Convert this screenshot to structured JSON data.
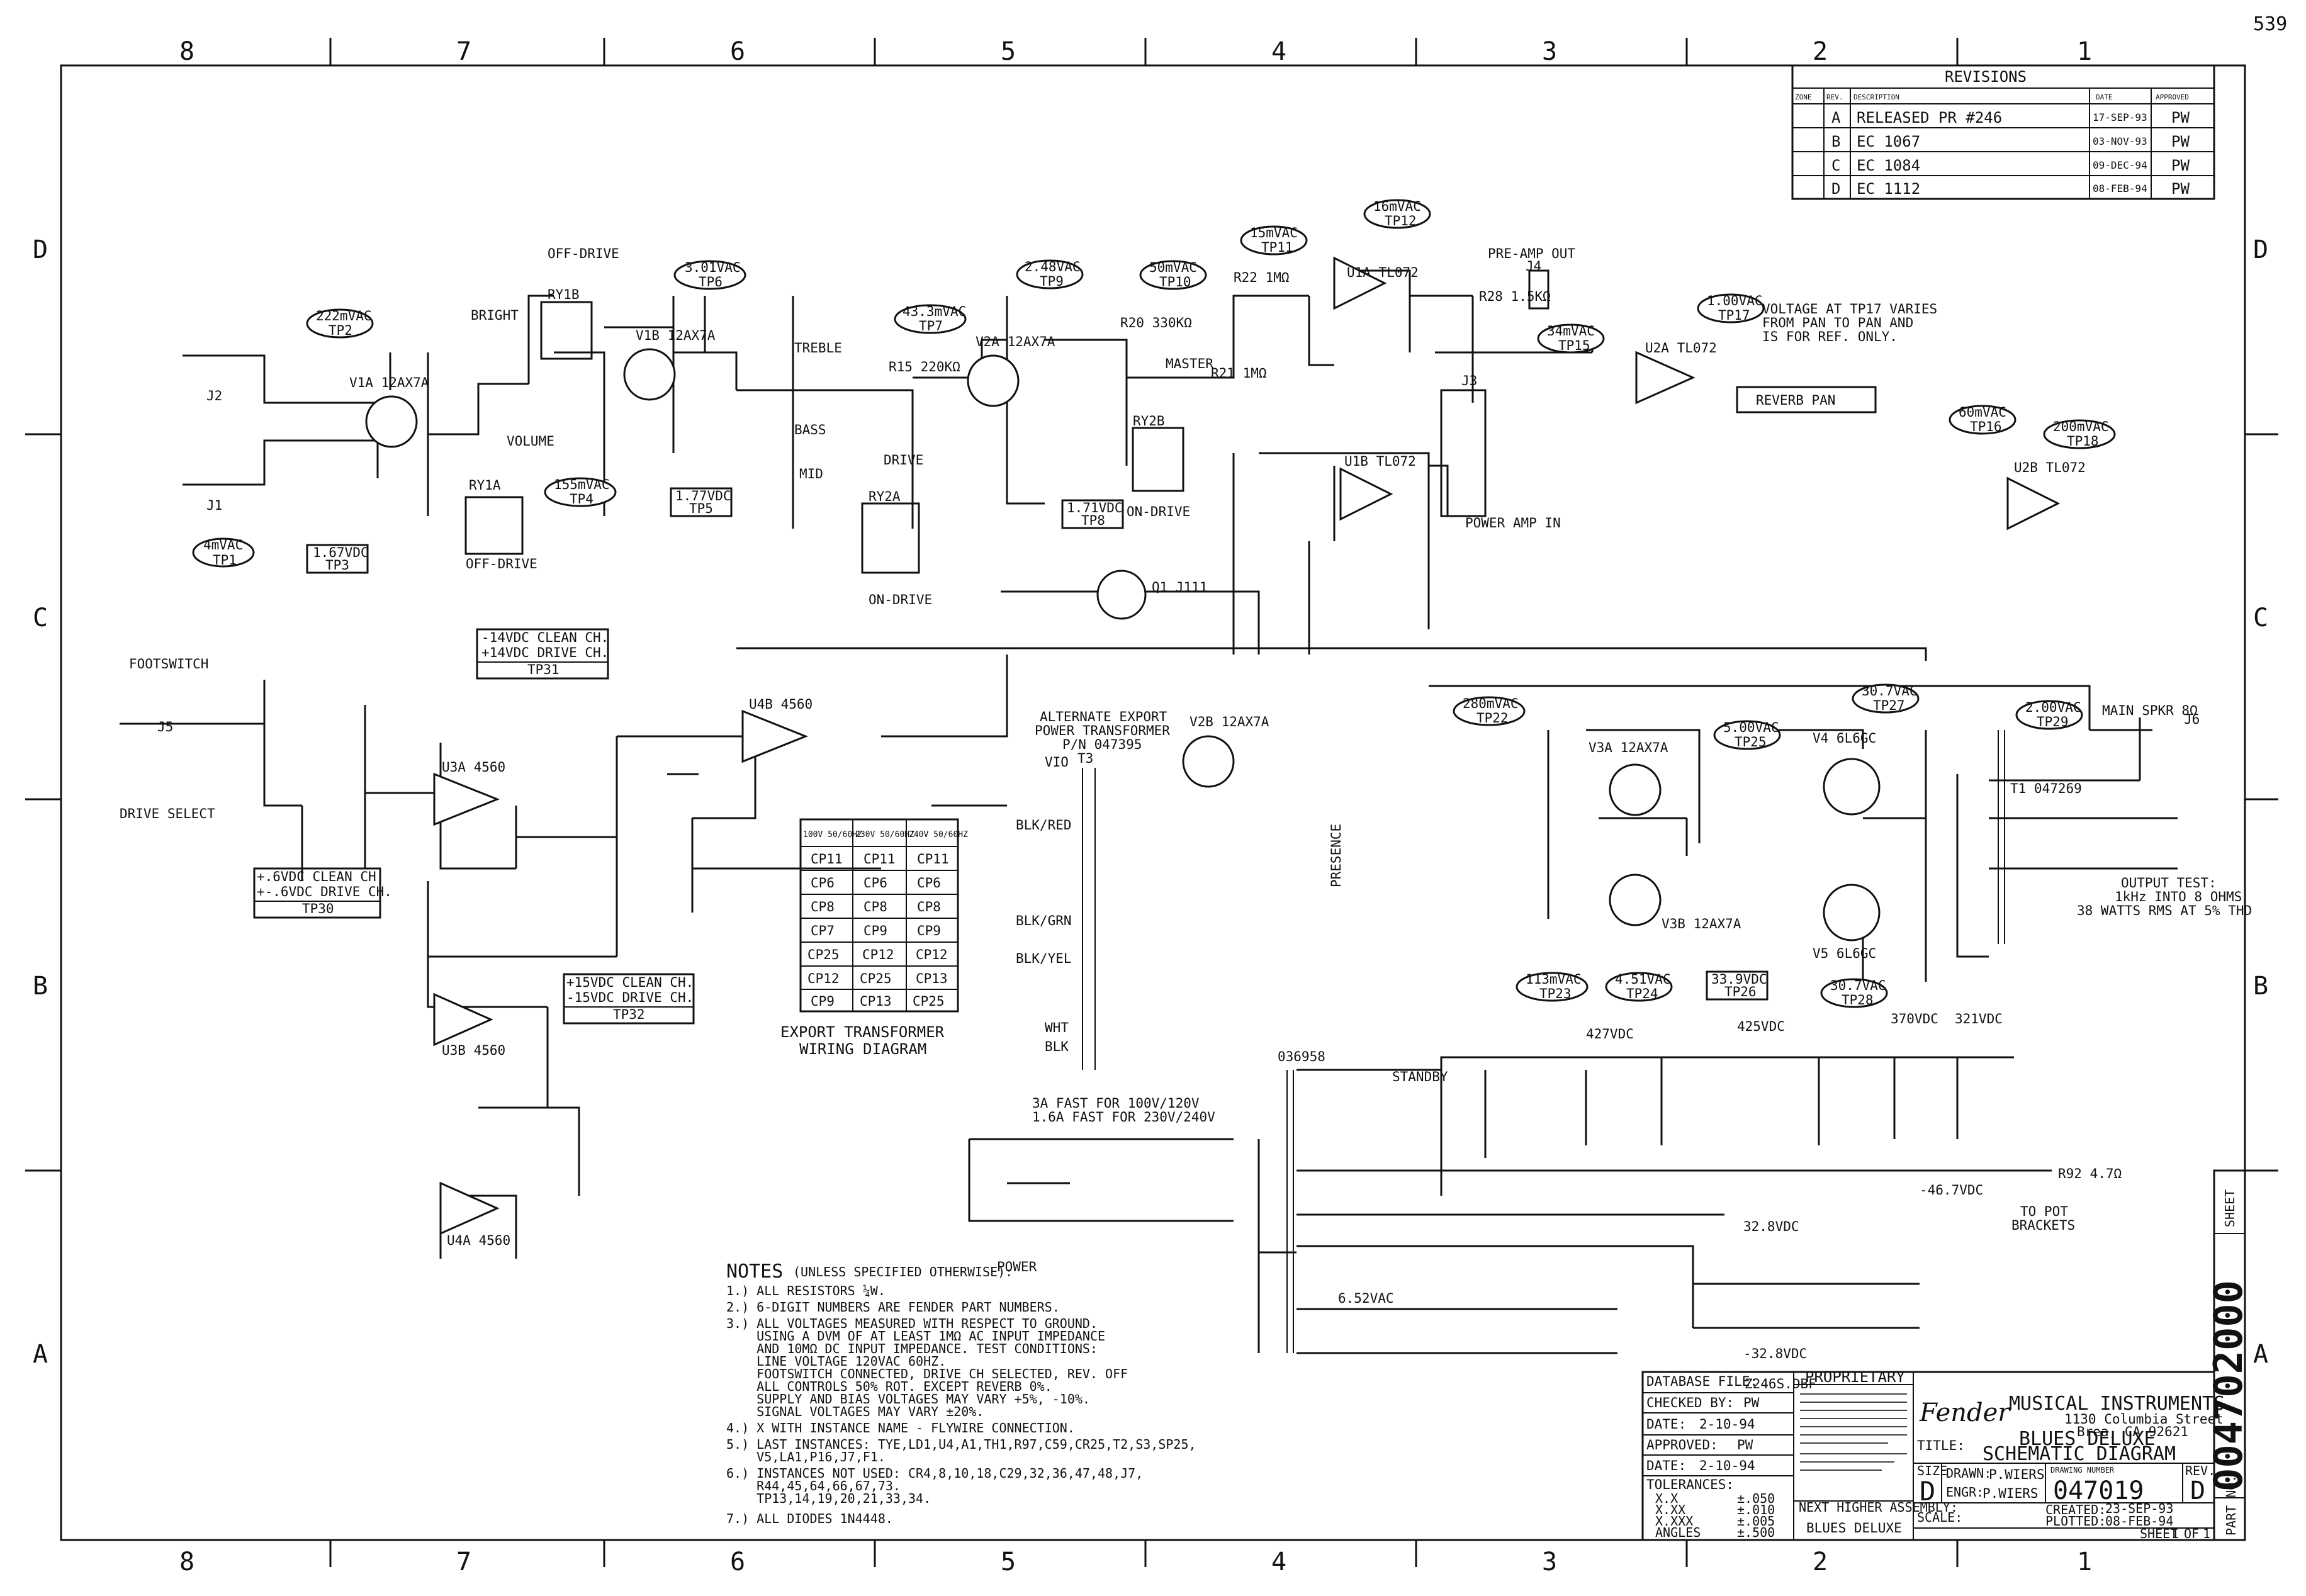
{
  "page_number": "539",
  "zones": {
    "columns": [
      "8",
      "7",
      "6",
      "5",
      "4",
      "3",
      "2",
      "1"
    ],
    "rows": [
      "D",
      "C",
      "B",
      "A"
    ]
  },
  "revisions": {
    "title": "REVISIONS",
    "headers": [
      "ZONE",
      "REV.",
      "DESCRIPTION",
      "DATE",
      "APPROVED"
    ],
    "rows": [
      {
        "rev": "A",
        "desc": "RELEASED PR #246",
        "date": "17-SEP-93",
        "approved": "PW"
      },
      {
        "rev": "B",
        "desc": "EC 1067",
        "date": "03-NOV-93",
        "approved": "PW"
      },
      {
        "rev": "C",
        "desc": "EC 1084",
        "date": "09-DEC-94",
        "approved": "PW"
      },
      {
        "rev": "D",
        "desc": "EC 1112",
        "date": "08-FEB-94",
        "approved": "PW"
      }
    ]
  },
  "test_points": [
    {
      "id": "TP1",
      "value": "4mVAC"
    },
    {
      "id": "TP2",
      "value": "222mVAC"
    },
    {
      "id": "TP3",
      "value": "1.67VDC"
    },
    {
      "id": "TP4",
      "value": "155mVAC"
    },
    {
      "id": "TP5",
      "value": "1.77VDC"
    },
    {
      "id": "TP6",
      "value": "3.01VAC"
    },
    {
      "id": "TP7",
      "value": "43.3mVAC"
    },
    {
      "id": "TP8",
      "value": "1.71VDC"
    },
    {
      "id": "TP9",
      "value": "2.48VAC"
    },
    {
      "id": "TP10",
      "value": "50mVAC"
    },
    {
      "id": "TP11",
      "value": "15mVAC"
    },
    {
      "id": "TP12",
      "value": "16mVAC"
    },
    {
      "id": "TP15",
      "value": "34mVAC"
    },
    {
      "id": "TP16",
      "value": "60mVAC"
    },
    {
      "id": "TP17",
      "value": "1.00VAC"
    },
    {
      "id": "TP18",
      "value": "200mVAC"
    },
    {
      "id": "TP22",
      "value": "280mVAC"
    },
    {
      "id": "TP23",
      "value": "113mVAC"
    },
    {
      "id": "TP24",
      "value": "4.51VAC"
    },
    {
      "id": "TP25",
      "value": "5.00VAC"
    },
    {
      "id": "TP26",
      "value": "33.9VDC"
    },
    {
      "id": "TP27",
      "value": "30.7VAC"
    },
    {
      "id": "TP28",
      "value": "30.7VAC"
    },
    {
      "id": "TP29",
      "value": "2.00VAC"
    }
  ],
  "channel_boxes": {
    "tp31": {
      "line1": "-14VDC CLEAN CH.",
      "line2": "+14VDC DRIVE CH.",
      "tp": "TP31"
    },
    "tp30": {
      "line1": "+.6VDC CLEAN CH.",
      "line2": "+-.6VDC DRIVE CH.",
      "tp": "TP30"
    },
    "tp32": {
      "line1": "+15VDC CLEAN CH.",
      "line2": "-15VDC DRIVE CH.",
      "tp": "TP32"
    }
  },
  "schematic_labels": {
    "off_drive_top": "OFF-DRIVE",
    "off_drive_bottom": "OFF-DRIVE",
    "on_drive_1": "ON-DRIVE",
    "on_drive_2": "ON-DRIVE",
    "bright": "BRIGHT",
    "volume": "VOLUME",
    "drive": "DRIVE",
    "master": "MASTER",
    "treble": "TREBLE",
    "bass": "BASS",
    "mid": "MID",
    "preamp_out": "PRE-AMP OUT",
    "power_amp_in": "POWER AMP IN",
    "reverb_pan": "REVERB PAN",
    "tp17_note_1": "VOLTAGE AT TP17 VARIES",
    "tp17_note_2": "FROM PAN TO PAN AND",
    "tp17_note_3": "IS FOR REF. ONLY.",
    "footswitch": "FOOTSWITCH",
    "drive_select": "DRIVE SELECT",
    "presence": "PRESENCE",
    "main_spkr": "MAIN SPKR 8Ω",
    "output_test_1": "OUTPUT TEST:",
    "output_test_2": "1kHz INTO 8 OHMS",
    "output_test_3": "38 WATTS RMS AT 5% THD",
    "to_pot_brackets_1": "TO POT",
    "to_pot_brackets_2": "BRACKETS",
    "standby": "STANDBY",
    "power": "POWER",
    "fuse_note_1": "3A FAST FOR 100V/120V",
    "fuse_note_2": "1.6A FAST FOR 230V/240V",
    "alt_transformer_1": "ALTERNATE EXPORT",
    "alt_transformer_2": "POWER TRANSFORMER",
    "alt_transformer_3": "P/N 047395",
    "v427": "427VDC",
    "v425": "425VDC",
    "v370": "370VDC",
    "v321": "321VDC",
    "v46": "-46.7VDC",
    "v328": "32.8VDC",
    "vm328": "-32.8VDC",
    "v652": "6.52VAC",
    "u1a": "U1A TL072",
    "u2a": "U2A TL072",
    "u1b": "U1B TL072",
    "u2b": "U2B TL072",
    "u3a": "U3A 4560",
    "u3b": "U3B 4560",
    "u4a": "U4A 4560",
    "u4b": "U4B 4560",
    "v1a": "V1A 12AX7A",
    "v1b": "V1B 12AX7A",
    "v2a": "V2A 12AX7A",
    "v2b": "V2B 12AX7A",
    "v3a": "V3A 12AX7A",
    "v3b": "V3B 12AX7A",
    "v4": "V4 6L6GC",
    "v5": "V5 6L6GC",
    "ry1a": "RY1A",
    "ry1b": "RY1B",
    "ry2a": "RY2A",
    "ry2b": "RY2B",
    "q1": "Q1 J111",
    "t1": "T1 047269",
    "t2": "036958",
    "t3": "T3",
    "j1": "J1",
    "j2": "J2",
    "j3": "J3",
    "j4": "J4",
    "j5": "J5",
    "j6": "J6",
    "r21": "R21 1MΩ",
    "r22": "R22 1MΩ",
    "r20": "R20 330KΩ",
    "r15": "R15 220KΩ",
    "r28": "R28 1.5KΩ",
    "r92": "R92 4.7Ω"
  },
  "export_table": {
    "title_1": "EXPORT TRANSFORMER",
    "title_2": "WIRING DIAGRAM",
    "headers": [
      "100V 50/60HZ",
      "230V 50/60HZ",
      "240V 50/60HZ"
    ],
    "rows": [
      [
        "CP11",
        "CP11",
        "CP11"
      ],
      [
        "CP6",
        "CP6",
        "CP6"
      ],
      [
        "CP8",
        "CP8",
        "CP8"
      ],
      [
        "CP7",
        "CP9",
        "CP9"
      ],
      [
        "CP25",
        "CP12",
        "CP12"
      ],
      [
        "CP12",
        "CP25",
        "CP13"
      ],
      [
        "CP9",
        "CP13",
        "CP25"
      ]
    ],
    "wires": [
      "VIO",
      "BLK/RED",
      "BLK/GRN",
      "BLK/YEL",
      "WHT",
      "BLK"
    ]
  },
  "notes": {
    "title": "NOTES",
    "subtitle": "(UNLESS SPECIFIED OTHERWISE):",
    "lines": [
      "1.) ALL RESISTORS ¼W.",
      "2.) 6-DIGIT NUMBERS ARE FENDER PART NUMBERS.",
      "3.) ALL VOLTAGES MEASURED WITH RESPECT TO GROUND.",
      "    USING A DVM OF AT LEAST 1MΩ AC INPUT IMPEDANCE",
      "    AND 10MΩ DC INPUT IMPEDANCE. TEST CONDITIONS:",
      "    LINE VOLTAGE 120VAC 60HZ.",
      "    FOOTSWITCH CONNECTED, DRIVE CH SELECTED, REV. OFF",
      "    ALL CONTROLS 50% ROT. EXCEPT REVERB 0%.",
      "    SUPPLY AND BIAS VOLTAGES MAY VARY +5%, -10%.",
      "    SIGNAL VOLTAGES MAY VARY ±20%.",
      "4.) X WITH INSTANCE NAME - FLYWIRE CONNECTION.",
      "5.) LAST INSTANCES: TYE,LD1,U4,A1,TH1,R97,C59,CR25,T2,S3,SP25,",
      "    V5,LA1,P16,J7,F1.",
      "6.) INSTANCES NOT USED: CR4,8,10,18,C29,32,36,47,48,J7,",
      "    R44,45,64,66,67,73.",
      "    TP13,14,19,20,21,33,34.",
      "7.) ALL DIODES 1N4448."
    ]
  },
  "title_block": {
    "database_label": "DATABASE FILE:",
    "database_value": "Z246S.DBF",
    "checked_label": "CHECKED BY:",
    "checked_value": "PW",
    "date_label": "DATE:",
    "date1_value": "2-10-94",
    "approved_label": "APPROVED:",
    "approved_value": "PW",
    "date2_value": "2-10-94",
    "tolerances_label": "TOLERANCES:",
    "tol_rows": [
      [
        "X.X",
        "±.050"
      ],
      [
        "X.XX",
        "±.010"
      ],
      [
        "X.XXX",
        "±.005"
      ],
      [
        "ANGLES",
        "±.500"
      ]
    ],
    "proprietary": "PROPRIETARY",
    "next_assembly_label": "NEXT HIGHER ASSEMBLY:",
    "next_assembly_value": "BLUES DELUXE",
    "company": "MUSICAL INSTRUMENTS",
    "address_1": "1130 Columbia Street",
    "address_2": "Brea, CA 92621",
    "title_label": "TITLE:",
    "title_1": "BLUES DELUXE",
    "title_2": "SCHEMATIC DIAGRAM",
    "size_label": "SIZE",
    "size_value": "D",
    "drawn_label": "DRAWN:",
    "drawn_value": "P.WIERS",
    "engr_label": "ENGR:",
    "engr_value": "P.WIERS",
    "drawing_number_label": "DRAWING NUMBER",
    "drawing_number": "047019",
    "rev_label": "REV.",
    "rev_value": "D",
    "scale_label": "SCALE:",
    "created_label": "CREATED:",
    "created_value": "23-SEP-93",
    "plotted_label": "PLOTTED:",
    "plotted_value": "08-FEB-94",
    "sheet_label": "SHEET",
    "sheet_value": "1",
    "of_label": "OF",
    "of_value": "1",
    "part_label": "PART NO.",
    "part_number": "004702000",
    "sheet_side": "SHEET"
  }
}
